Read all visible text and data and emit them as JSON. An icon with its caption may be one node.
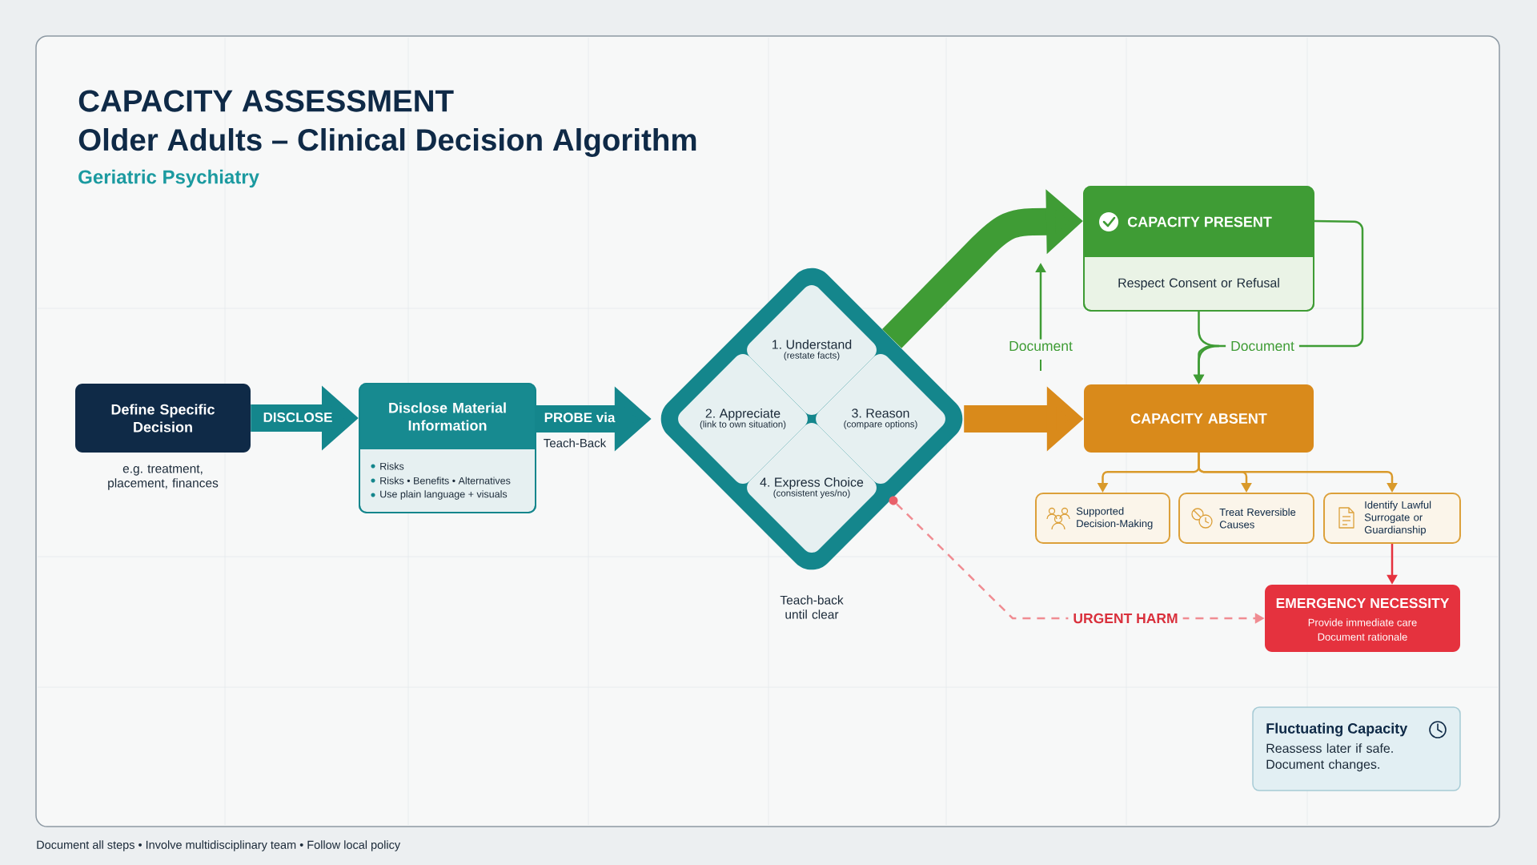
{
  "diagram": {
    "title": "CAPACITY ASSESSMENT",
    "nodes": [
      {
        "text": [
          "Define Specific Decision"
        ],
        "beside": [
          "e.g. treatment, placement, finances"
        ]
      },
      {
        "text": [
          "Disclose Material Information",
          "Risks",
          "Risks • Benefits • Alternatives",
          "Use plain language + visuals"
        ]
      },
      {
        "text": [],
        "shape": "diamond",
        "beside": [
          "Teach-back until clear"
        ]
      },
      {
        "text": [
          "1. Understand",
          "(restate facts)"
        ],
        "in": 2
      },
      {
        "text": [
          "2. Appreciate",
          "(link to own situation)"
        ],
        "in": 2
      },
      {
        "text": [
          "3. Reason",
          "(compare options)"
        ],
        "in": 2
      },
      {
        "text": [
          "4. Express Choice",
          "(consistent yes/no)"
        ],
        "in": 2
      },
      {
        "text": [
          "CAPACITY PRESENT",
          "Respect Consent or Refusal"
        ]
      },
      {
        "text": [
          "CAPACITY ABSENT"
        ]
      },
      {
        "text": [
          "Supported Decision-Making"
        ]
      },
      {
        "text": [
          "Treat Reversible Causes"
        ]
      },
      {
        "text": [
          "Identify Lawful Surrogate or Guardianship"
        ]
      },
      {
        "text": [
          "EMERGENCY NECESSITY",
          "Provide immediate care",
          "Document rationale"
        ]
      },
      {
        "text": [
          "Fluctuating Capacity",
          "Reassess later if safe. Document changes."
        ]
      },
      {
        "text": [
          "Document"
        ]
      },
      {
        "text": [],
        "shape": "circle"
      }
    ],
    "edges": [
      {
        "from": 0,
        "to": 1,
        "arrow": "to",
        "label": "DISCLOSE",
        "style": "thick",
        "color": "#14868c"
      },
      {
        "from": 1,
        "to": 2,
        "arrow": "to",
        "label": "PROBE via",
        "style": "thick",
        "color": "#14868c"
      },
      {
        "from": 2,
        "to": 7,
        "arrow": "to",
        "style": "thick",
        "color": "#3f9c35"
      },
      {
        "from": 2,
        "to": 8,
        "arrow": "to",
        "style": "thick",
        "color": "#d98a1b"
      },
      {
        "from": 8,
        "to": 9,
        "arrow": "to",
        "color": "#d99a2b"
      },
      {
        "from": 8,
        "to": 10,
        "arrow": "to",
        "color": "#d99a2b"
      },
      {
        "from": 8,
        "to": 11,
        "arrow": "to",
        "color": "#d99a2b"
      },
      {
        "from": 11,
        "to": 12,
        "arrow": "to",
        "color": "#e5323e"
      },
      {
        "from": 15,
        "to": 12,
        "arrow": "to",
        "label": "URGENT HARM",
        "style": "dashed",
        "color": "#f08c92"
      },
      {
        "from": 7,
        "to": 8,
        "arrow": "to",
        "color": "#3f9c35"
      },
      {
        "from": 7,
        "to": 8,
        "arrow": "to",
        "label": "Document",
        "color": "#3f9c35"
      },
      {
        "from": 14,
        "to": null,
        "arrow": "to",
        "color": "#3f9c35"
      }
    ],
    "labels": [
      "Older Adults – Clinical Decision Algorithm",
      "Geriatric Psychiatry",
      "Teach-Back",
      "Document all steps • Involve multidisciplinary team • Follow local policy"
    ]
  }
}
